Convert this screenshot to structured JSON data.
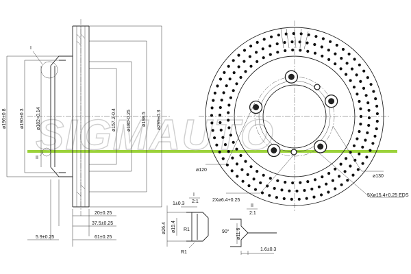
{
  "brand_watermark": "SIGMAUTO",
  "colors": {
    "line": "#222222",
    "accent_green": "#9bd23a",
    "watermark": "#cfcfcf"
  },
  "side_view": {
    "dims_vertical": [
      "ø196±0.8",
      "ø190±0.3",
      "ø182+0.14",
      "ø157.2-0.4",
      "ø180-0.25",
      "ø198.5",
      "ø299±0.3"
    ],
    "dims_horizontal": [
      "20±0.25",
      "37.5±0.25",
      "5.9±0.25",
      "61±0.25"
    ],
    "section_marks": [
      "I",
      "II"
    ]
  },
  "front_view": {
    "labels": {
      "pcd": "ø120",
      "bore": "ø130",
      "thread": "2Xø6.4+0.25",
      "lug_holes": "5Xø15.4+0.25 EDS"
    }
  },
  "detail_I": {
    "title": "I",
    "scale": "2:1",
    "dims": {
      "width": "1±0.3",
      "d1": "ø26.4",
      "d2": "ø19.4",
      "r_top": "R1",
      "r_bottom": "R1"
    }
  },
  "detail_II": {
    "title": "II",
    "scale": "2:1",
    "dims": {
      "angle": "90°",
      "dia": "ø11.6",
      "depth": "1.6±0.3"
    }
  }
}
